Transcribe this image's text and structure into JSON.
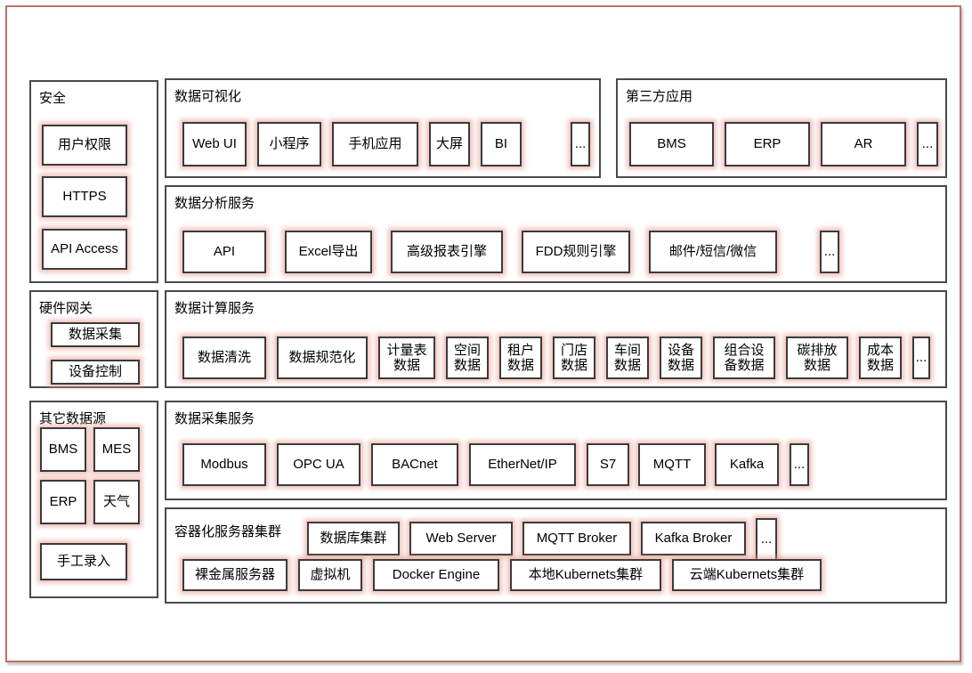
{
  "colors": {
    "frame_border": "#bd7268",
    "section_border": "#4a4a4a",
    "box_border": "#3b3b3b",
    "box_glow": "#e79b90",
    "background": "#ffffff",
    "text": "#000000"
  },
  "sections": {
    "security": {
      "title": "安全",
      "items": [
        "用户权限",
        "HTTPS",
        "API Access"
      ]
    },
    "visualization": {
      "title": "数据可视化",
      "items": [
        "Web UI",
        "小程序",
        "手机应用",
        "大屏",
        "BI",
        "..."
      ]
    },
    "third_party": {
      "title": "第三方应用",
      "items": [
        "BMS",
        "ERP",
        "AR",
        "..."
      ]
    },
    "analysis": {
      "title": "数据分析服务",
      "items": [
        "API",
        "Excel导出",
        "高级报表引擎",
        "FDD规则引擎",
        "邮件/短信/微信",
        "..."
      ]
    },
    "gateway": {
      "title": "硬件网关",
      "items": [
        "数据采集",
        "设备控制"
      ]
    },
    "computing": {
      "title": "数据计算服务",
      "items": [
        "数据清洗",
        "数据规范化",
        "计量表数据",
        "空间数据",
        "租户数据",
        "门店数据",
        "车间数据",
        "设备数据",
        "组合设备数据",
        "碳排放数据",
        "成本数据",
        "..."
      ]
    },
    "other_sources": {
      "title": "其它数据源",
      "items": [
        "BMS",
        "MES",
        "ERP",
        "天气",
        "手工录入"
      ]
    },
    "collection": {
      "title": "数据采集服务",
      "items": [
        "Modbus",
        "OPC UA",
        "BACnet",
        "EtherNet/IP",
        "S7",
        "MQTT",
        "Kafka",
        "..."
      ]
    },
    "cluster": {
      "title": "容器化服务器集群",
      "row1": [
        "数据库集群",
        "Web Server",
        "MQTT Broker",
        "Kafka Broker",
        "..."
      ],
      "row2": [
        "裸金属服务器",
        "虚拟机",
        "Docker Engine",
        "本地Kubernets集群",
        "云端Kubernets集群"
      ]
    }
  }
}
